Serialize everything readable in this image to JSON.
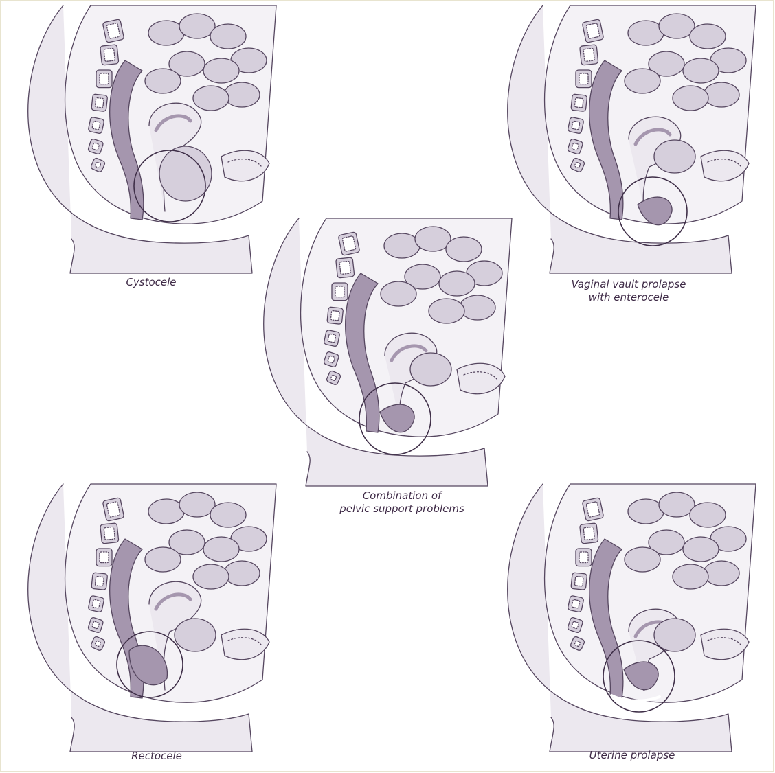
{
  "diagram": {
    "palette": {
      "fill_light": "#ece8ef",
      "fill_mid": "#d6cfdc",
      "fill_dark": "#a596ae",
      "stroke": "#55465f",
      "circle": "#3f2f48",
      "text": "#3f2b47",
      "frame": "#e8e4cf"
    },
    "panels": [
      {
        "id": "cystocele",
        "lines": [
          "Cystocele"
        ]
      },
      {
        "id": "vault",
        "lines": [
          "Vaginal vault prolapse",
          "with enterocele"
        ]
      },
      {
        "id": "combination",
        "lines": [
          "Combination of",
          "pelvic support problems"
        ]
      },
      {
        "id": "rectocele",
        "lines": [
          "Rectocele"
        ]
      },
      {
        "id": "uterine",
        "lines": [
          "Uterine prolapse"
        ]
      }
    ]
  }
}
